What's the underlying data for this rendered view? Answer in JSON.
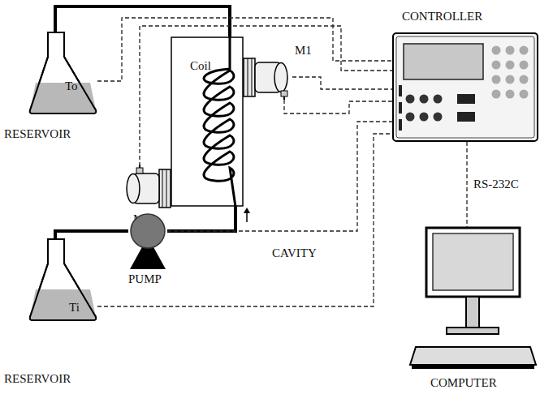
{
  "diagram": {
    "nodes": [
      {
        "text": [
          "To",
          "RESERVOIR"
        ]
      },
      {
        "text": [
          "Coil",
          "CAVITY"
        ]
      },
      {
        "text": [
          "M1"
        ]
      },
      {
        "text": [
          "M2"
        ]
      },
      {
        "text": [
          "CONTROLLER"
        ]
      },
      {
        "text": [
          "Ti",
          "RESERVOIR"
        ]
      },
      {
        "text": [
          "PUMP"
        ]
      },
      {
        "text": [
          "COMPUTER"
        ]
      }
    ],
    "edges": [
      {
        "from": 5,
        "to": 6,
        "arrow": "none"
      },
      {
        "from": 6,
        "to": 1,
        "arrow": "none"
      },
      {
        "from": 1,
        "to": 0,
        "arrow": "none"
      },
      {
        "from": 0,
        "to": 4,
        "arrow": "none"
      },
      {
        "from": 3,
        "to": 4,
        "arrow": "none"
      },
      {
        "from": 2,
        "to": 4,
        "arrow": "none"
      },
      {
        "from": 2,
        "to": 4,
        "arrow": "none"
      },
      {
        "from": 6,
        "to": 4,
        "arrow": "none"
      },
      {
        "from": 5,
        "to": 4,
        "arrow": "none"
      },
      {
        "from": 4,
        "to": 7,
        "label": "RS-232C",
        "arrow": "none"
      }
    ]
  }
}
